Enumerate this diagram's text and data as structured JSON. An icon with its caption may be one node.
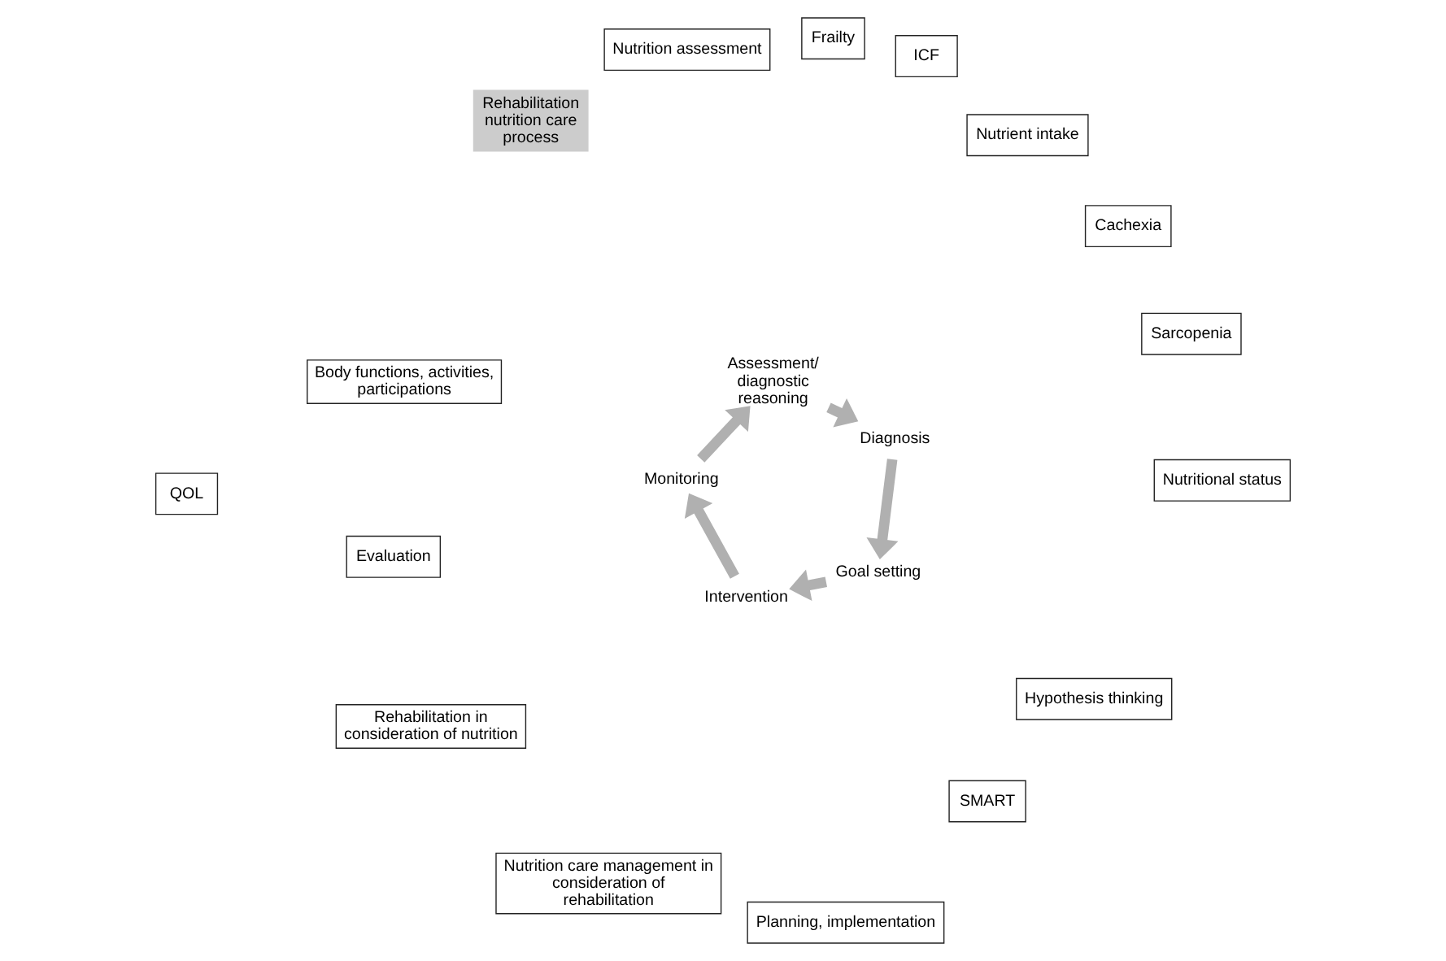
{
  "diagram": {
    "nodes": [
      {
        "text": [
          "QOL"
        ]
      },
      {
        "text": [
          "ICF"
        ]
      },
      {
        "text": [
          "Body functions, activities, participations"
        ]
      },
      {
        "text": [
          "Frailty"
        ]
      },
      {
        "text": [
          "Assessment/ diagnostic reasoning"
        ]
      },
      {
        "text": [
          "Nutrition assessment"
        ]
      },
      {
        "text": [
          "Evaluation"
        ]
      },
      {
        "text": [
          "Monitoring"
        ]
      },
      {
        "text": [
          "Nutritional status"
        ]
      },
      {
        "text": [
          "Rehabilitation in consideration of nutrition"
        ]
      },
      {
        "text": [
          "Rehabilitation nutrition care process"
        ]
      },
      {
        "text": [
          "Sarcopenia"
        ]
      },
      {
        "text": [
          "Intervention"
        ]
      },
      {
        "text": [
          "Diagnosis"
        ]
      },
      {
        "text": [
          "Nutrition care management in consideration of rehabilitation"
        ]
      },
      {
        "text": [
          "Cachexia"
        ]
      },
      {
        "text": [
          "Goal setting"
        ]
      },
      {
        "text": [
          "Nutrient intake"
        ]
      },
      {
        "text": [
          "Planning, implementation"
        ]
      },
      {
        "text": [
          "SMART"
        ]
      },
      {
        "text": [
          "Hypothesis thinking"
        ]
      }
    ],
    "edges": [
      {
        "from": 7,
        "to": 4,
        "arrow": "to"
      },
      {
        "from": 4,
        "to": 13,
        "arrow": "to"
      },
      {
        "from": 13,
        "to": 16,
        "arrow": "to"
      },
      {
        "from": 16,
        "to": 12,
        "arrow": "to"
      },
      {
        "from": 12,
        "to": 7,
        "arrow": "to"
      }
    ]
  }
}
